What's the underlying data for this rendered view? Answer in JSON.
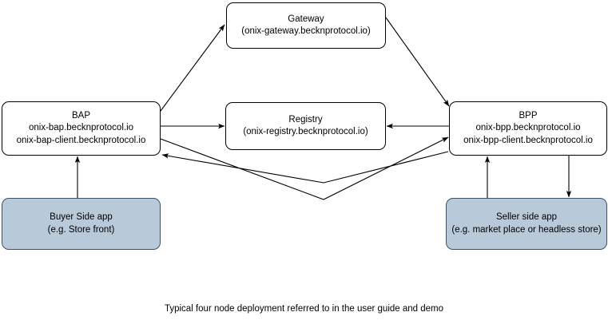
{
  "diagram": {
    "caption": "Typical four node deployment referred to in the user guide and demo",
    "colors": {
      "node_fill": "#ffffff",
      "node_stroke": "#000000",
      "accent_fill": "#b8c9d9",
      "accent_stroke": "#36546d",
      "edge_stroke": "#000000"
    },
    "nodes": {
      "gateway": {
        "title": "Gateway",
        "subtitle": "(onix-gateway.becknprotocol.io)"
      },
      "bap": {
        "title": "BAP",
        "line2": "onix-bap.becknprotocol.io",
        "line3": "onix-bap-client.becknprotocol.io"
      },
      "registry": {
        "title": "Registry",
        "subtitle": "(onix-registry.becknprotocol.io)"
      },
      "bpp": {
        "title": "BPP",
        "line2": "onix-bpp.becknprotocol.io",
        "line3": "onix-bpp-client.becknprotocol.io"
      },
      "buyer_app": {
        "title": "Buyer Side app",
        "subtitle": "(e.g. Store front)"
      },
      "seller_app": {
        "title": "Seller side app",
        "subtitle": "(e.g. market place or headless store)"
      }
    },
    "edges": [
      {
        "id": "bap-to-gateway",
        "from": "bap",
        "to": "gateway",
        "arrow": "to"
      },
      {
        "id": "gateway-to-bpp",
        "from": "gateway",
        "to": "bpp",
        "arrow": "to"
      },
      {
        "id": "bap-to-registry",
        "from": "bap",
        "to": "registry",
        "arrow": "to"
      },
      {
        "id": "bpp-to-registry",
        "from": "bpp",
        "to": "registry",
        "arrow": "to"
      },
      {
        "id": "bap-to-bpp",
        "from": "bap",
        "to": "bpp",
        "arrow": "to"
      },
      {
        "id": "bpp-to-bap",
        "from": "bpp",
        "to": "bap",
        "arrow": "to"
      },
      {
        "id": "buyer-to-bap",
        "from": "buyer_app",
        "to": "bap",
        "arrow": "to"
      },
      {
        "id": "seller-to-bpp",
        "from": "seller_app",
        "to": "bpp",
        "arrow": "to"
      },
      {
        "id": "bpp-to-seller",
        "from": "bpp",
        "to": "seller_app",
        "arrow": "to"
      }
    ]
  }
}
